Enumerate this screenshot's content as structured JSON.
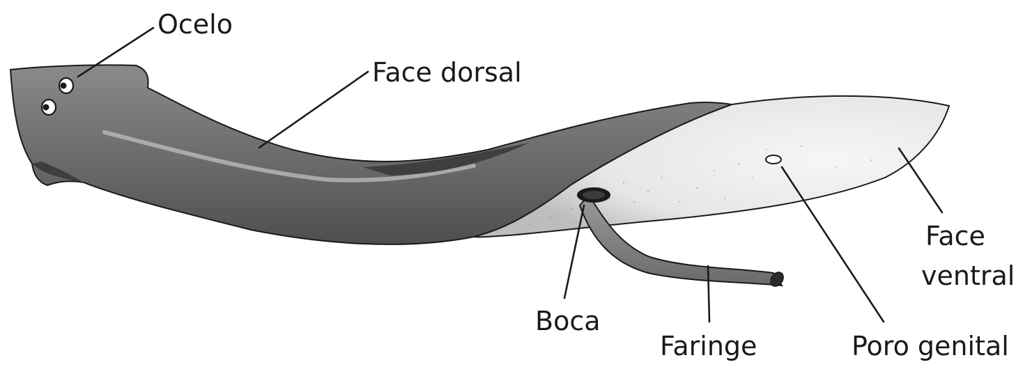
{
  "labels": {
    "ocelo": "Ocelo",
    "face_dorsal": "Face dorsal",
    "face_ventral_line1": "Face",
    "face_ventral_line2": "ventral",
    "boca": "Boca",
    "faringe": "Faringe",
    "poro_genital": "Poro genital"
  },
  "colors": {
    "dorsal": "#6f6f6f",
    "dorsal_dark": "#4a4a4a",
    "ventral": "#ececec",
    "outline": "#1a1a1a",
    "background": "#ffffff"
  }
}
